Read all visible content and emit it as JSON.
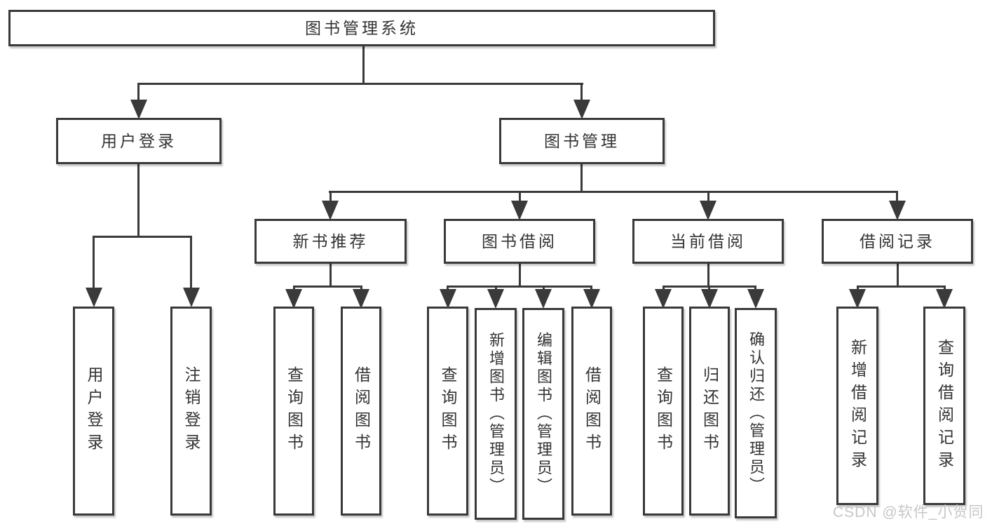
{
  "diagram": {
    "type": "functional-structure-tree",
    "title": "图书管理系统"
  },
  "hierarchy": {
    "label": "图书管理系统",
    "children": [
      {
        "label": "用户登录",
        "children": [
          {
            "label": "用户登录"
          },
          {
            "label": "注销登录"
          }
        ]
      },
      {
        "label": "图书管理",
        "children": [
          {
            "label": "新书推荐",
            "children": [
              {
                "label": "查询图书"
              },
              {
                "label": "借阅图书"
              }
            ]
          },
          {
            "label": "图书借阅",
            "children": [
              {
                "label": "查询图书"
              },
              {
                "label": "新增图书（管理员）"
              },
              {
                "label": "编辑图书（管理员）"
              },
              {
                "label": "借阅图书"
              }
            ]
          },
          {
            "label": "当前借阅",
            "children": [
              {
                "label": "查询图书"
              },
              {
                "label": "归还图书"
              },
              {
                "label": "确认归还（管理员）"
              }
            ]
          },
          {
            "label": "借阅记录",
            "children": [
              {
                "label": "新增借阅记录"
              },
              {
                "label": "查询借阅记录"
              }
            ]
          }
        ]
      }
    ]
  },
  "watermark": {
    "text": "CSDN @软件_小贺同学"
  },
  "colors": {
    "line": "#3a3a3a",
    "text": "#333333",
    "box_background": "#ffffff",
    "page_background": "#ffffff",
    "watermark": "#c7c7c7"
  }
}
